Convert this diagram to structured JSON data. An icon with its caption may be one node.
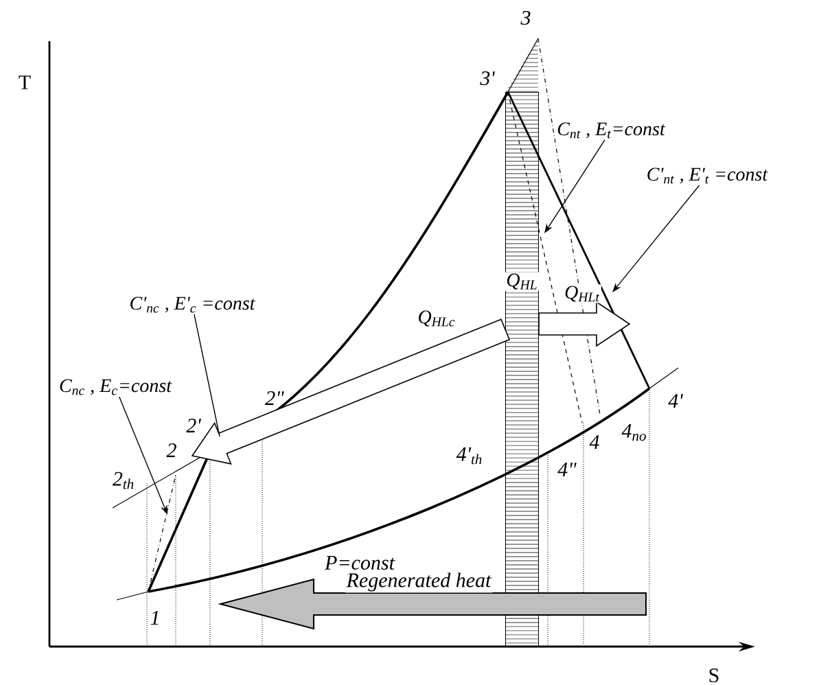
{
  "diagram": {
    "nodes": [
      {
        "text": [
          "Q$_{HL}$"
        ]
      },
      {
        "text": [
          "C'$_{nc}$ , E'$_{c}$ =const"
        ]
      },
      {
        "text": [
          "C$_{nc}$ , E$_{c}$=const"
        ]
      },
      {
        "text": [
          "C$_{nt}$ , E$_{t}$=const"
        ]
      },
      {
        "text": [
          "C'$_{nt}$ , E'$_{t}$ =const"
        ]
      }
    ],
    "edges": [
      {
        "from": 0,
        "to": null,
        "arrow": "to",
        "label": "Q$_{HLc}$"
      },
      {
        "from": 0,
        "to": null,
        "arrow": "to",
        "label": "Q$_{HLt}$"
      },
      {
        "from": 1,
        "to": null,
        "arrow": "none"
      },
      {
        "from": 2,
        "to": null,
        "arrow": "to"
      },
      {
        "from": 3,
        "to": 0,
        "arrow": "to"
      },
      {
        "from": 4,
        "to": null,
        "arrow": "to"
      },
      {
        "from": 0,
        "to": null,
        "arrow": "to",
        "label": "Regenerated heat"
      }
    ],
    "labels": [
      "T",
      "S",
      "1",
      "2$_{th}$",
      "2",
      "2'",
      "2\"",
      "3",
      "3'",
      "4'$_{th}$",
      "4\"",
      "4",
      "4$_{no}$",
      "4'",
      "P=const"
    ]
  }
}
